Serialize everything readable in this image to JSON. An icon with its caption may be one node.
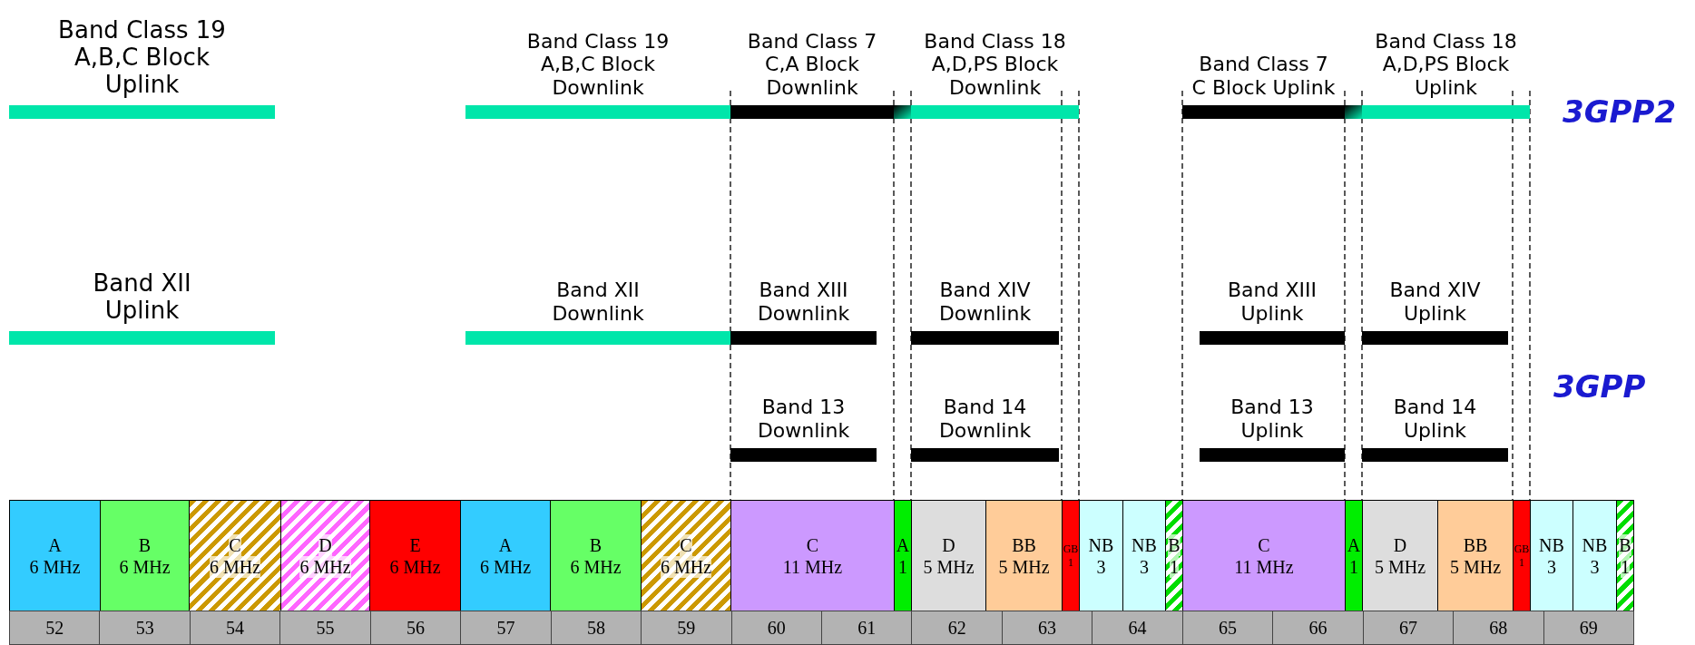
{
  "diagram": {
    "nodes": [
      {
        "text": [],
        "shape": "bar",
        "beside": [
          "Band Class 19 A,B,C Block Uplink"
        ]
      },
      {
        "text": [],
        "shape": "bar",
        "beside": [
          "Band Class 19 A,B,C Block Downlink"
        ]
      },
      {
        "text": [],
        "shape": "bar",
        "beside": [
          "Band Class 7 C,A Block Downlink"
        ]
      },
      {
        "text": [],
        "shape": "bar",
        "beside": [
          "Band Class 18 A,D,PS Block Downlink"
        ]
      },
      {
        "text": [],
        "shape": "bar",
        "beside": [
          "Band Class 7 C Block Uplink"
        ]
      },
      {
        "text": [],
        "shape": "bar",
        "beside": [
          "Band Class 18 A,D,PS Block Uplink"
        ]
      },
      {
        "text": [],
        "shape": "bar",
        "beside": [
          "Band XII Uplink"
        ]
      },
      {
        "text": [],
        "shape": "bar",
        "beside": [
          "Band XII Downlink"
        ]
      },
      {
        "text": [],
        "shape": "bar",
        "beside": [
          "Band XIII Downlink"
        ]
      },
      {
        "text": [],
        "shape": "bar",
        "beside": [
          "Band XIV Downlink"
        ]
      },
      {
        "text": [],
        "shape": "bar",
        "beside": [
          "Band XIII Uplink"
        ]
      },
      {
        "text": [],
        "shape": "bar",
        "beside": [
          "Band XIV Uplink"
        ]
      },
      {
        "text": [],
        "shape": "bar",
        "beside": [
          "Band 13 Downlink"
        ]
      },
      {
        "text": [],
        "shape": "bar",
        "beside": [
          "Band 14 Downlink"
        ]
      },
      {
        "text": [],
        "shape": "bar",
        "beside": [
          "Band 13 Uplink"
        ]
      },
      {
        "text": [],
        "shape": "bar",
        "beside": [
          "Band 14 Uplink"
        ]
      },
      {
        "text": [
          "A",
          "6 MHz"
        ]
      },
      {
        "text": [
          "B",
          "6 MHz"
        ]
      },
      {
        "text": [
          "C",
          "6 MHz"
        ]
      },
      {
        "text": [
          "D",
          "6 MHz"
        ]
      },
      {
        "text": [
          "E",
          "6 MHz"
        ]
      },
      {
        "text": [
          "A",
          "6 MHz"
        ]
      },
      {
        "text": [
          "B",
          "6 MHz"
        ]
      },
      {
        "text": [
          "C",
          "6 MHz"
        ]
      },
      {
        "text": [
          "C",
          "11 MHz"
        ]
      },
      {
        "text": [
          "A",
          "1"
        ]
      },
      {
        "text": [
          "D",
          "5 MHz"
        ]
      },
      {
        "text": [
          "BB",
          "5 MHz"
        ]
      },
      {
        "text": [
          "GB",
          "1"
        ]
      },
      {
        "text": [
          "NB",
          "3"
        ]
      },
      {
        "text": [
          "NB",
          "3"
        ]
      },
      {
        "text": [
          "B",
          "1"
        ]
      },
      {
        "text": [
          "C",
          "11 MHz"
        ]
      },
      {
        "text": [
          "A",
          "1"
        ]
      },
      {
        "text": [
          "D",
          "5 MHz"
        ]
      },
      {
        "text": [
          "BB",
          "5 MHz"
        ]
      },
      {
        "text": [
          "GB",
          "1"
        ]
      },
      {
        "text": [
          "NB",
          "3"
        ]
      },
      {
        "text": [
          "NB",
          "3"
        ]
      },
      {
        "text": [
          "B",
          "1"
        ]
      },
      {
        "text": [
          "52"
        ]
      },
      {
        "text": [
          "53"
        ]
      },
      {
        "text": [
          "54"
        ]
      },
      {
        "text": [
          "55"
        ]
      },
      {
        "text": [
          "56"
        ]
      },
      {
        "text": [
          "57"
        ]
      },
      {
        "text": [
          "58"
        ]
      },
      {
        "text": [
          "59"
        ]
      },
      {
        "text": [
          "60"
        ]
      },
      {
        "text": [
          "61"
        ]
      },
      {
        "text": [
          "62"
        ]
      },
      {
        "text": [
          "63"
        ]
      },
      {
        "text": [
          "64"
        ]
      },
      {
        "text": [
          "65"
        ]
      },
      {
        "text": [
          "66"
        ]
      },
      {
        "text": [
          "67"
        ]
      },
      {
        "text": [
          "68"
        ]
      },
      {
        "text": [
          "69"
        ]
      }
    ],
    "labels": [
      "3GPP2",
      "3GPP"
    ]
  }
}
